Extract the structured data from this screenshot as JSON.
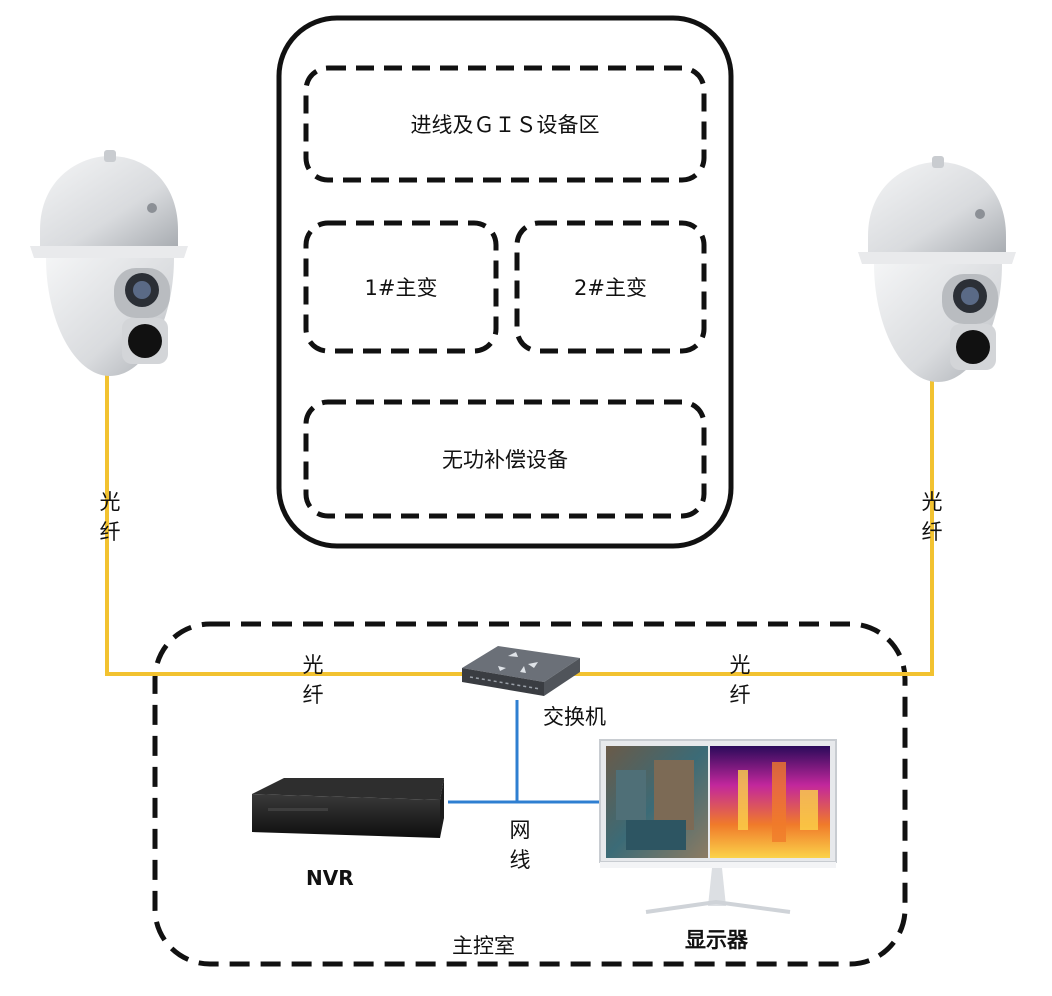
{
  "substation": {
    "gis_area": "进线及ＧＩＳ设备区",
    "transformer_1": "1#主变",
    "transformer_2": "2#主变",
    "reactive_compensation": "无功补偿设备"
  },
  "links": {
    "left_fiber": [
      "光",
      "纤"
    ],
    "right_fiber": [
      "光",
      "纤"
    ],
    "fiber_to_switch_left": [
      "光",
      "纤"
    ],
    "fiber_to_switch_right": [
      "光",
      "纤"
    ],
    "network_cable": [
      "网",
      "线"
    ]
  },
  "control_room": {
    "label": "主控室",
    "switch_label": "交换机",
    "nvr_label": "NVR",
    "monitor_label": "显示器"
  },
  "colors": {
    "fiber": "#f2c230",
    "network_cable": "#2f7fd1",
    "border": "#111111"
  },
  "icons": [
    "ptz-camera-icon",
    "network-switch-icon",
    "nvr-icon",
    "monitor-icon"
  ]
}
